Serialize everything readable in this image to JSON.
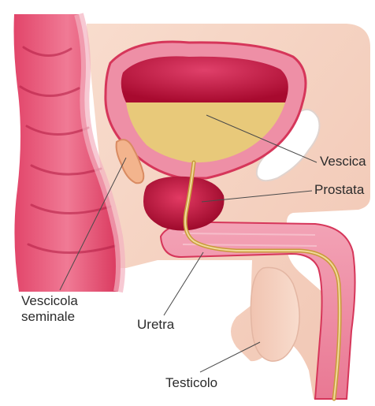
{
  "labels": {
    "vescica": "Vescica",
    "prostata": "Prostata",
    "vescicola_line1": "Vescicola",
    "vescicola_line2": "seminale",
    "uretra": "Uretra",
    "testicolo": "Testicolo"
  },
  "colors": {
    "background": "#ffffff",
    "skin": "#f6d3c2",
    "tissue_pink": "#ee8fa6",
    "tissue_dark": "#d6365a",
    "bladder_inner": "#c8153d",
    "urine": "#e8c97a",
    "prostate": "#c8103a",
    "leader_line": "#4a4a4a",
    "text": "#2b2b2b"
  }
}
